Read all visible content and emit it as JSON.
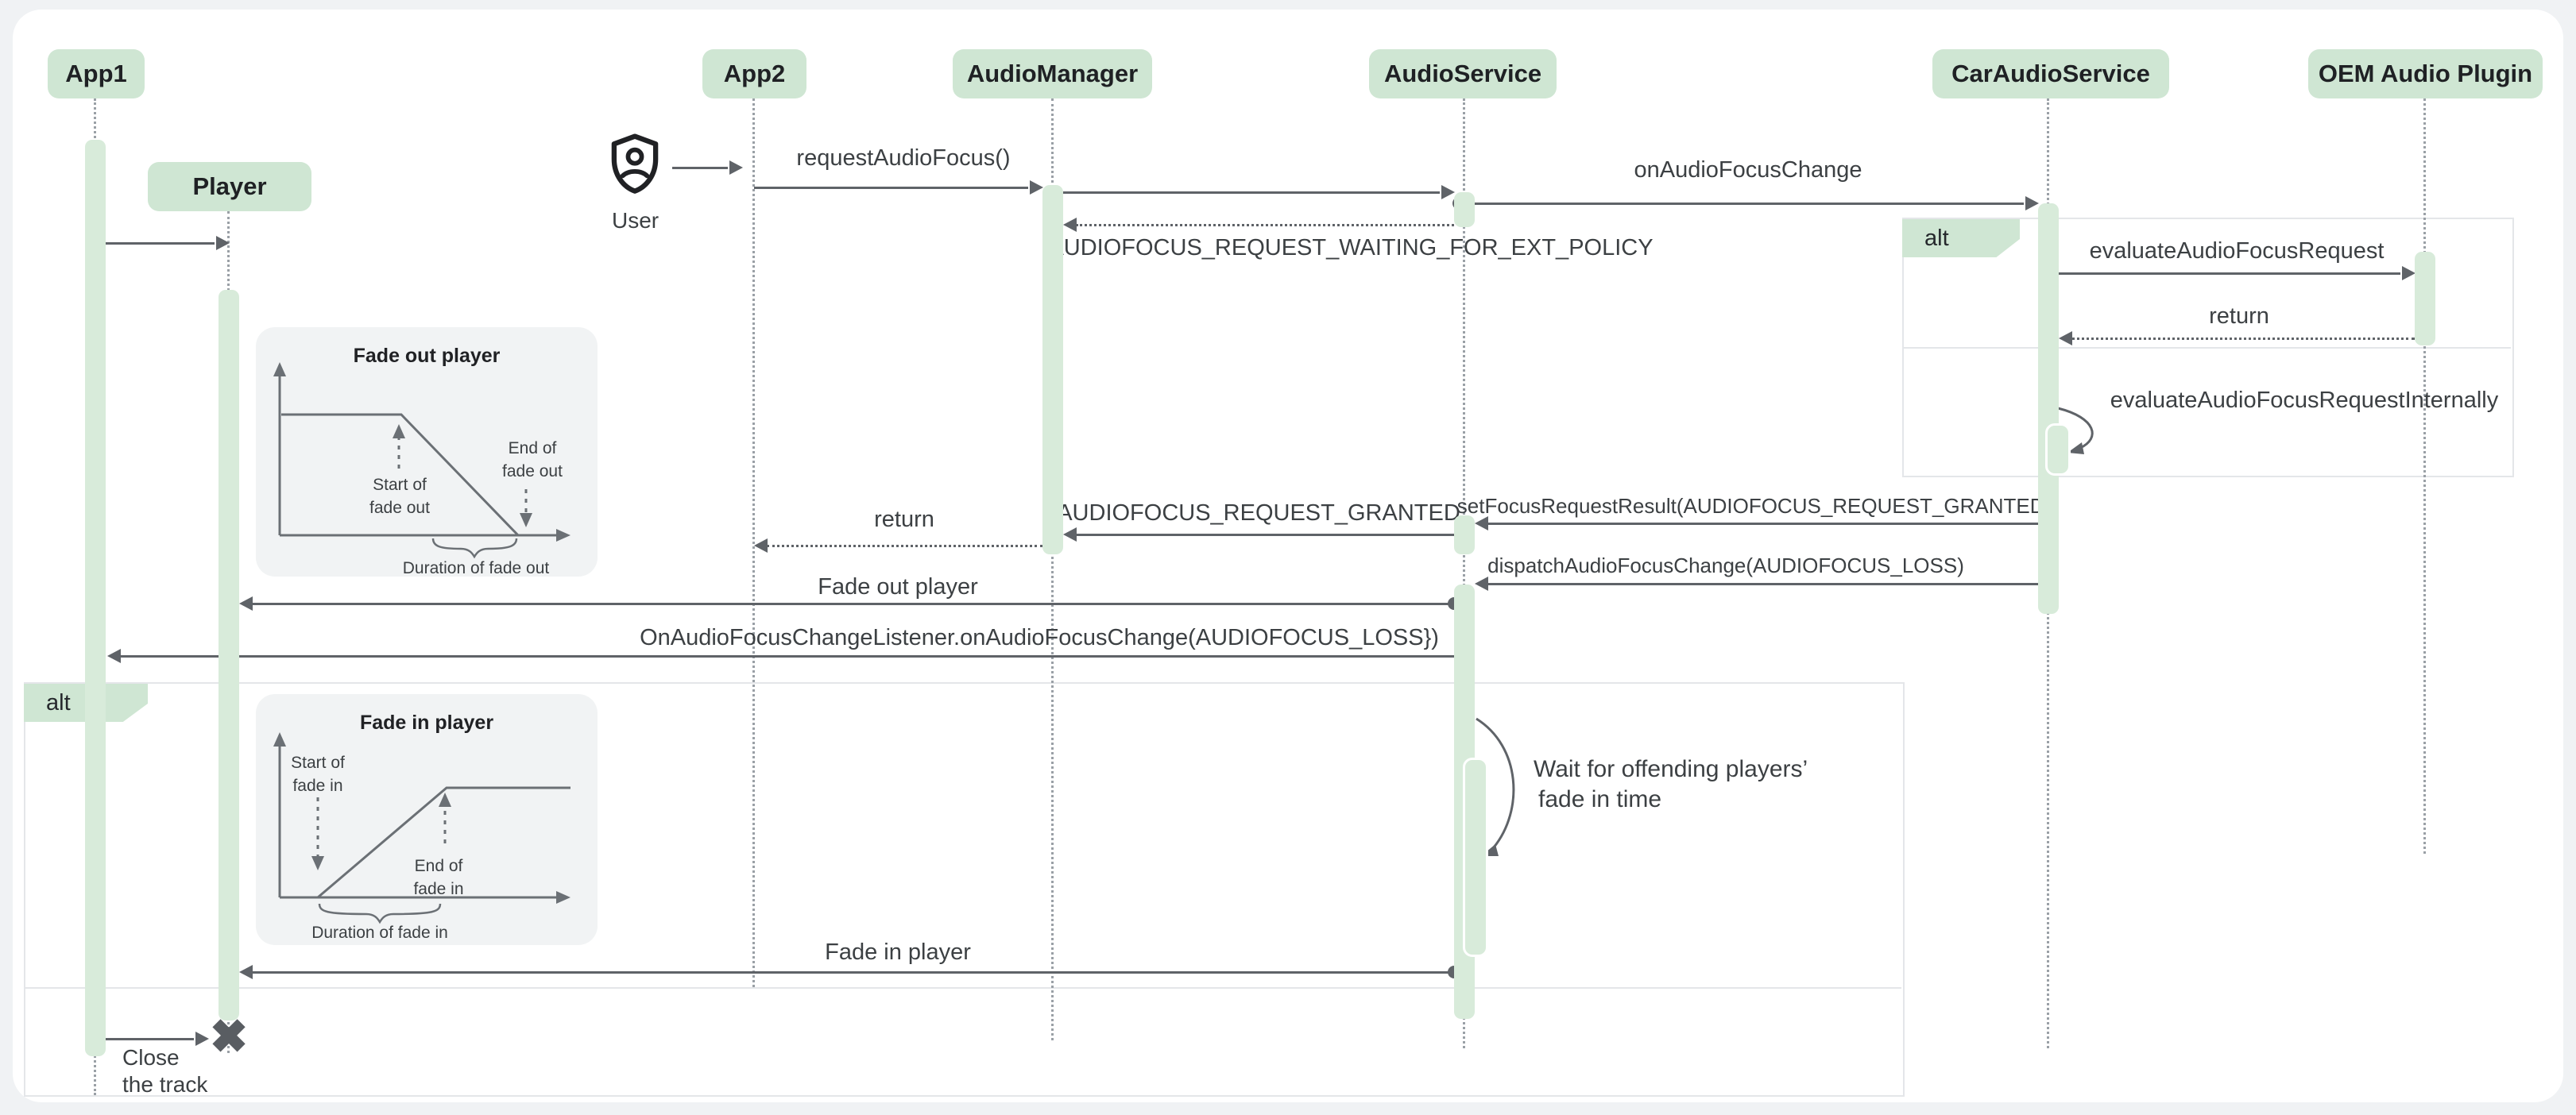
{
  "participants": [
    {
      "id": "app1",
      "label": "App1"
    },
    {
      "id": "player",
      "label": "Player"
    },
    {
      "id": "app2",
      "label": "App2"
    },
    {
      "id": "audiomanager",
      "label": "AudioManager"
    },
    {
      "id": "audioservice",
      "label": "AudioService"
    },
    {
      "id": "caraudioservice",
      "label": "CarAudioService"
    },
    {
      "id": "oem",
      "label": "OEM Audio Plugin"
    }
  ],
  "actor": {
    "label": "User"
  },
  "messages": {
    "request_audio_focus": "requestAudioFocus()",
    "on_audio_focus_change": "onAudioFocusChange",
    "waiting_for_ext_policy": "AUDIOFOCUS_REQUEST_WAITING_FOR_EXT_POLICY",
    "evaluate_audio_focus_request": "evaluateAudioFocusRequest",
    "evaluate_return": "return",
    "evaluate_internally": "evaluateAudioFocusRequestInternally",
    "set_focus_request_result": "setFocusRequestResult(AUDIOFOCUS_REQUEST_GRANTED)",
    "audiofocus_request_granted": "AUDIOFOCUS_REQUEST_GRANTED",
    "granted_return": "return",
    "dispatch_audio_focus_change": "dispatchAudioFocusChange(AUDIOFOCUS_LOSS)",
    "fade_out_player": "Fade out player",
    "on_audio_focus_change_listener": "OnAudioFocusChangeListener.onAudioFocusChange(AUDIOFOCUS_LOSS})",
    "fade_in_player": "Fade in player"
  },
  "fragments": {
    "policy_alt": "alt",
    "fade_alt": "alt"
  },
  "notes": {
    "wait_line1": "Wait for offending players’",
    "wait_line2": "fade in time",
    "close_line1": "Close",
    "close_line2": "the track"
  },
  "insets": {
    "fade_out": {
      "title": "Fade out player",
      "start_line1": "Start of",
      "start_line2": "fade out",
      "end_line1": "End of",
      "end_line2": "fade out",
      "duration": "Duration of fade out"
    },
    "fade_in": {
      "title": "Fade in player",
      "start_line1": "Start of",
      "start_line2": "fade in",
      "end_line1": "End of",
      "end_line2": "fade in",
      "duration": "Duration of fade in"
    }
  },
  "colors": {
    "participant_bg": "#cfe6d3",
    "activation_bg": "#d8ebda",
    "arrow": "#5f6368",
    "lifeline": "#9aa0a6",
    "frame_border": "#e4e6e9",
    "canvas_bg": "#ffffff",
    "page_bg": "#f0f2f4",
    "inset_bg": "#f1f3f4",
    "text": "#3c4043"
  }
}
